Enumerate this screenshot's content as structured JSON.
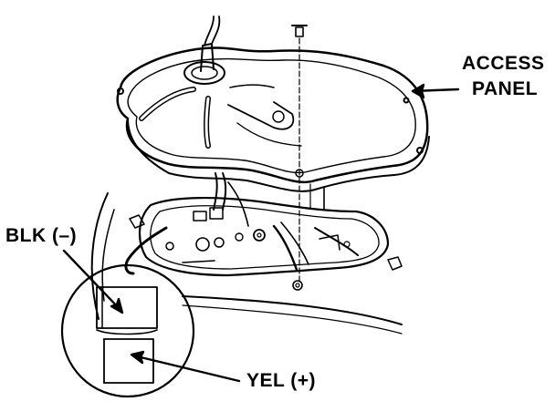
{
  "labels": {
    "access": "ACCESS",
    "panel": "PANEL",
    "blk": "BLK (–)",
    "yel": "YEL (+)"
  },
  "colors": {
    "ink": "#000000",
    "paper": "#ffffff"
  }
}
